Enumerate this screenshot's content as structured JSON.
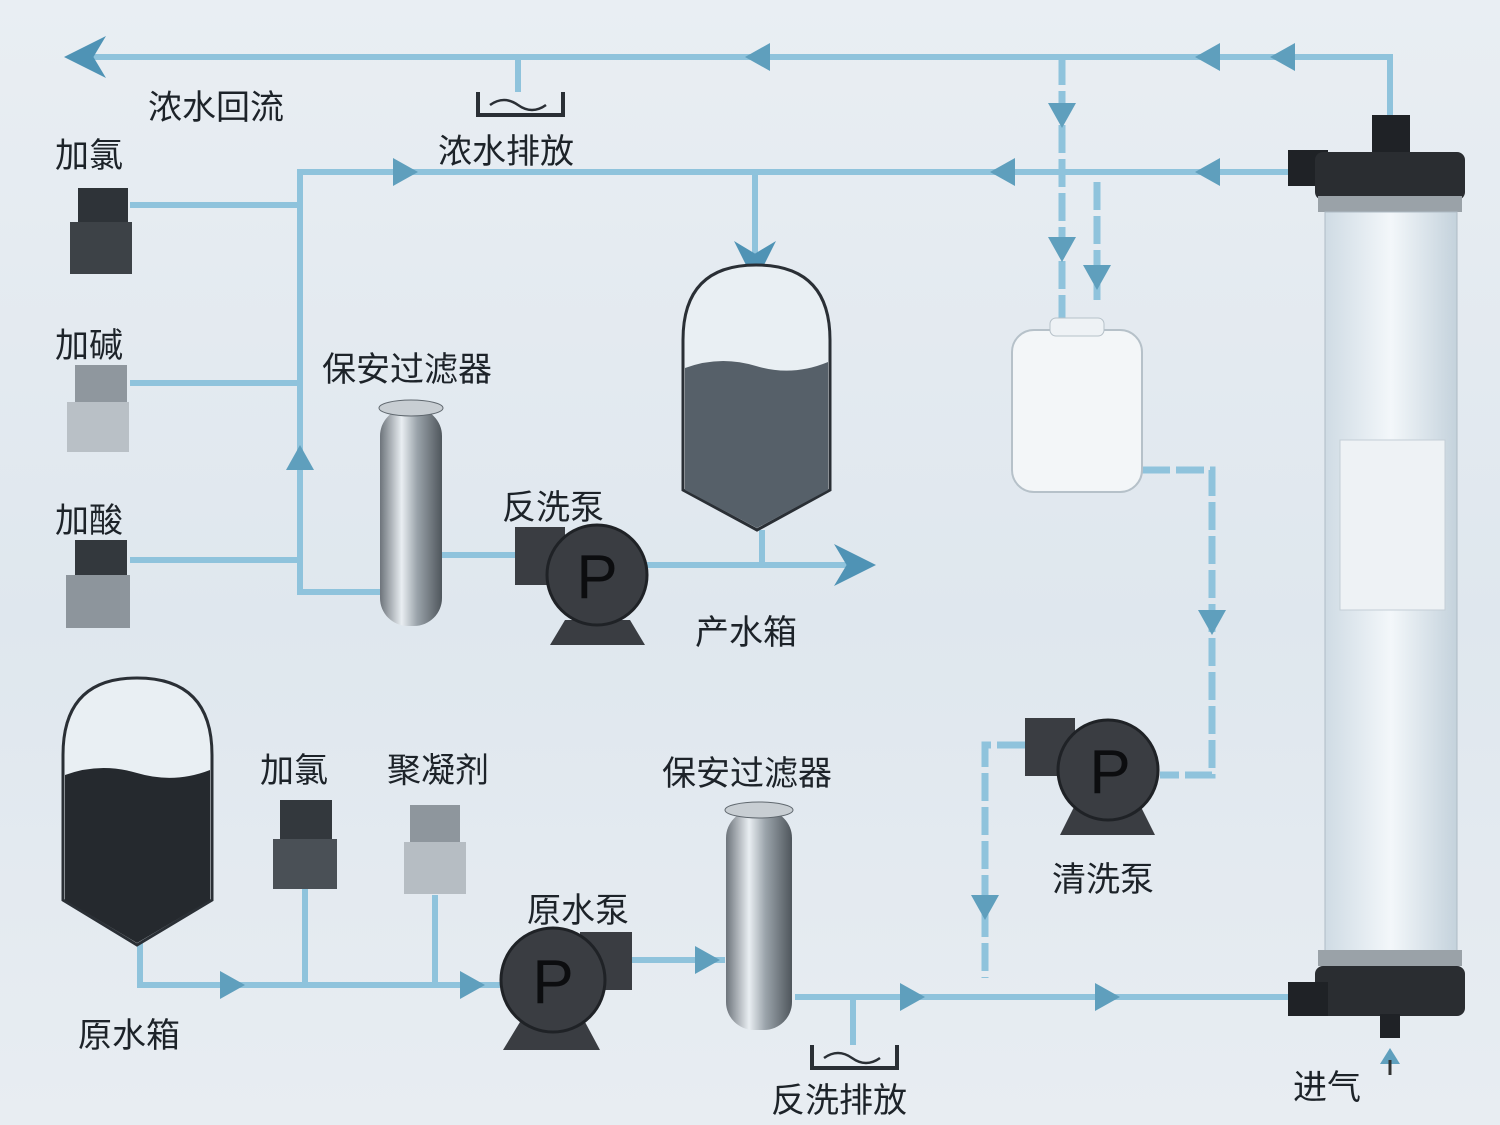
{
  "labels": {
    "concentrate_return": "浓水回流",
    "concentrate_discharge": "浓水排放",
    "chlorine_top": "加氯",
    "alkali": "加碱",
    "acid": "加酸",
    "security_filter_top": "保安过滤器",
    "backwash_pump": "反洗泵",
    "product_tank": "产水箱",
    "raw_tank": "原水箱",
    "chlorine_bottom": "加氯",
    "coagulant": "聚凝剂",
    "raw_pump": "原水泵",
    "security_filter_bottom": "保安过滤器",
    "backwash_discharge": "反洗排放",
    "cleaning_pump": "清洗泵",
    "air_inlet": "进气"
  },
  "pump_symbol": "P",
  "colors": {
    "pipe": "#8fc3dc",
    "arrow": "#5f9fbd",
    "pump": "#3a3d42",
    "water": "#2b2f35"
  }
}
